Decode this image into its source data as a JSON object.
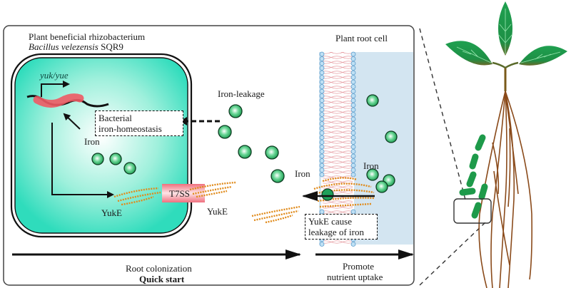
{
  "title_left_line1": "Plant beneficial rhizobacterium",
  "title_left_species": "Bacillus velezensis",
  "title_left_strain": "SQR9",
  "title_right": "Plant root cell",
  "labels": {
    "gene": "yuk/yue",
    "iron_in_cell": "Iron",
    "iron_leakage": "Iron-leakage",
    "iron_membrane": "Iron",
    "iron_root": "Iron",
    "yuke_inside": "YukE",
    "yuke_outside": "YukE",
    "t7ss": "T7SS"
  },
  "boxes": {
    "homeostasis_line1": "Bacterial",
    "homeostasis_line2": "iron-homeostasis",
    "leakage_line1": "YukE cause",
    "leakage_line2": "leakage of iron"
  },
  "bottom": {
    "colonization": "Root colonization",
    "quick_start": "Quick start",
    "promote_line1": "Promote",
    "promote_line2": "nutrient uptake"
  },
  "colors": {
    "cell_fill": "#3de0c0",
    "root_cell_fill": "#cfe3f0",
    "iron_green": "#1fa85a",
    "t7ss_pink": "#f07a86",
    "yuke_orange": "#e08a1a",
    "leaf_green": "#1e9a4a",
    "root_brown": "#8a4a1a"
  }
}
